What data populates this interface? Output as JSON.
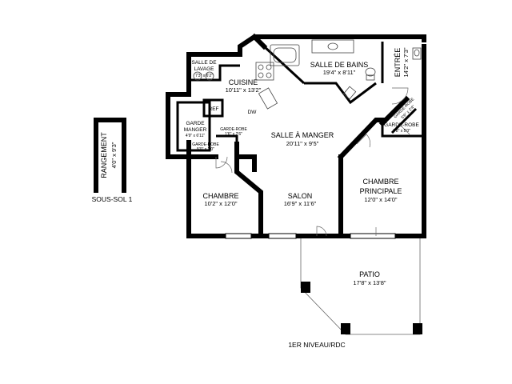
{
  "plan": {
    "rooms": {
      "salle_de_lavage": {
        "name_1": "SALLE DE",
        "name_2": "LAVAGE",
        "dims": "7'3\" x 6'2\""
      },
      "cuisine": {
        "name": "CUISINE",
        "dims": "10'11\" x 13'2\""
      },
      "salle_de_bains": {
        "name": "SALLE DE BAINS",
        "dims": "19'4\" x 8'11\""
      },
      "entree": {
        "name": "ENTRÉE",
        "dims": "14'2\" x 7'3\""
      },
      "garde_robe_entree": {
        "name": "GARDE-ROBE",
        "dims": "5'6\" x 2'4\""
      },
      "ref": {
        "name": "REF"
      },
      "dw": {
        "name": "DW"
      },
      "garde_manger": {
        "name_1": "GARDE",
        "name_2": "MANGER",
        "dims": "4'9\" x 6'11\""
      },
      "garde_robe_chambre_a": {
        "name": "GARDE-ROBE",
        "dims": "1'6\" x 2'6\""
      },
      "garde_robe_chambre_b": {
        "name": "GARDE-ROBE",
        "dims": "5'0\" x 2'0\""
      },
      "salle_a_manger": {
        "name": "SALLE À MANGER",
        "dims": "20'11\" x 9'5\""
      },
      "garde_robe_principale": {
        "name": "GARDE-ROBE",
        "dims": "7'8\" x 5'0\""
      },
      "chambre": {
        "name": "CHAMBRE",
        "dims": "10'2\" x 12'0\""
      },
      "salon": {
        "name": "SALON",
        "dims": "16'9\" x 11'6\""
      },
      "chambre_principale": {
        "name_1": "CHAMBRE",
        "name_2": "PRINCIPALE",
        "dims": "12'0\" x 14'0\""
      },
      "patio": {
        "name": "PATIO",
        "dims": "17'8\" x 13'8\""
      }
    },
    "rangement": {
      "name": "RANGEMENT",
      "dims": "4'0\" x 9'3\""
    },
    "levels": {
      "basement": "SOUS-SOL 1",
      "main": "1ER NIVEAU/RDC"
    }
  }
}
